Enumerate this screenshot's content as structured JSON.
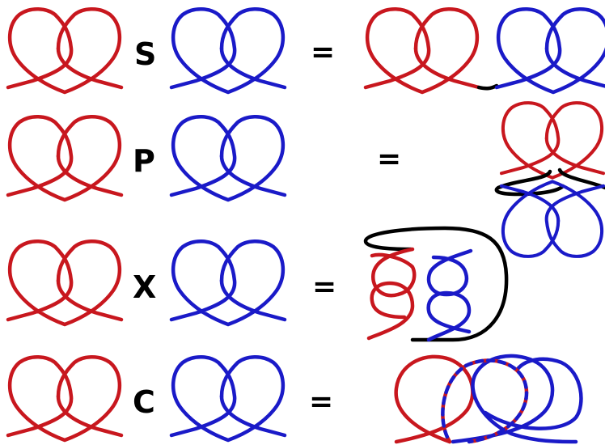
{
  "colors": {
    "left_knot": "#c8171e",
    "right_knot": "#1a1ac8",
    "band": "#000000",
    "background": "#ffffff"
  },
  "rows": [
    {
      "operation": "S",
      "equals": "="
    },
    {
      "operation": "P",
      "equals": "="
    },
    {
      "operation": "X",
      "equals": "="
    },
    {
      "operation": "C",
      "equals": "="
    }
  ]
}
